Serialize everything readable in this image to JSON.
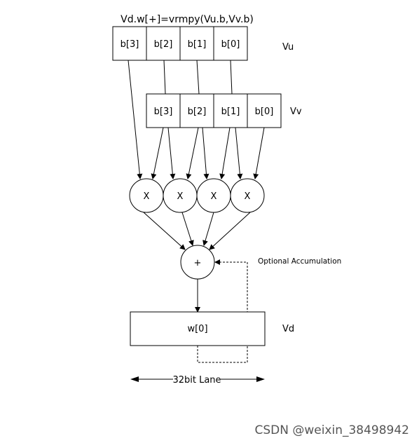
{
  "title": "Vd.w[+]=vrmpy(Vu.b,Vv.b)",
  "vu": {
    "label": "Vu",
    "cells": [
      "b[3]",
      "b[2]",
      "b[1]",
      "b[0]"
    ]
  },
  "vv": {
    "label": "Vv",
    "cells": [
      "b[3]",
      "b[2]",
      "b[1]",
      "b[0]"
    ]
  },
  "multipliers": [
    "X",
    "X",
    "X",
    "X"
  ],
  "adder": "+",
  "accumulation_label": "Optional Accumulation",
  "vd": {
    "label": "Vd",
    "cell": "w[0]"
  },
  "lane_label": "32bit Lane",
  "watermark": "CSDN @weixin_38498942"
}
